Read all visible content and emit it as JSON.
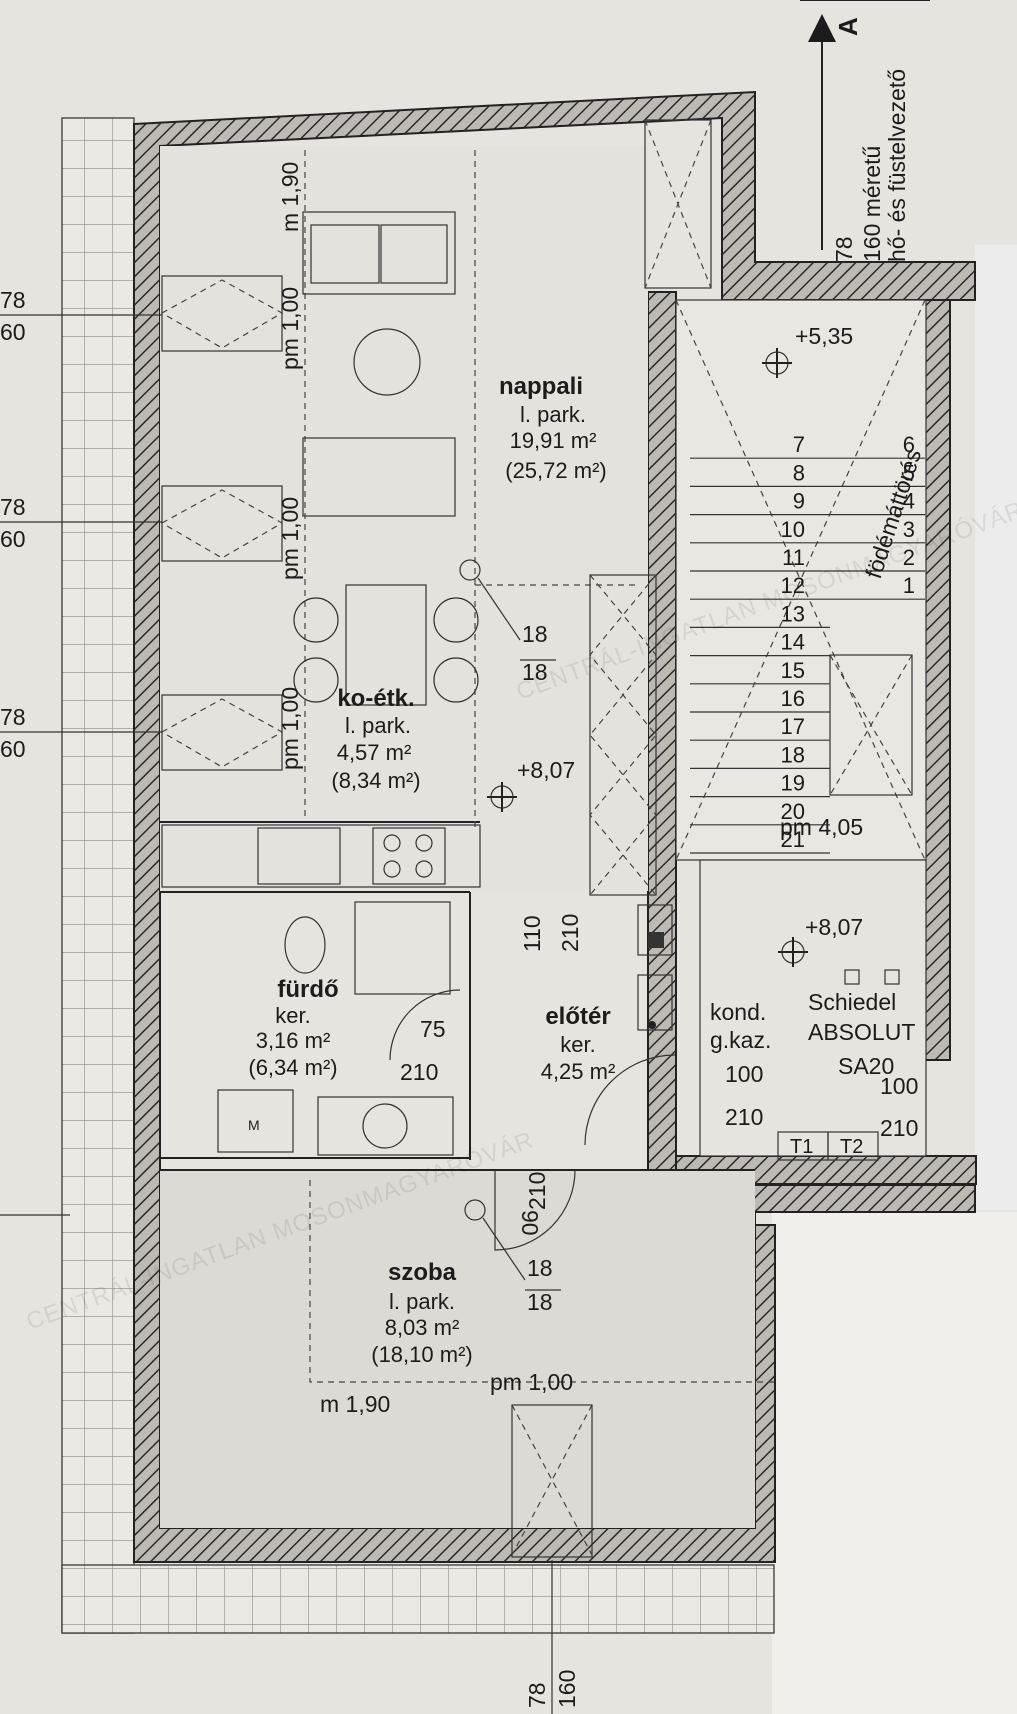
{
  "rooms": {
    "nappali": {
      "name": "nappali",
      "floor": "l. park.",
      "area": "19,91 m²",
      "area_total": "(25,72 m²)"
    },
    "ko_etk": {
      "name": "ko-étk.",
      "floor": "l. park.",
      "area": "4,57 m²",
      "area_total": "(8,34 m²)"
    },
    "furdo": {
      "name": "fürdő",
      "floor": "ker.",
      "area": "3,16 m²",
      "area_total": "(6,34 m²)"
    },
    "eloter": {
      "name": "előtér",
      "floor": "ker.",
      "area": "4,25 m²"
    },
    "szoba": {
      "name": "szoba",
      "floor": "l. park.",
      "area": "8,03 m²",
      "area_total": "(18,10 m²)"
    }
  },
  "levels": {
    "upper": "+5,35",
    "kitchen": "+8,07",
    "stair": "+8,07"
  },
  "heights": {
    "m190_top": "m 1,90",
    "pm100_a": "pm 1,00",
    "pm100_b": "pm 1,00",
    "pm100_c": "pm 1,00",
    "pm405": "pm 4,05",
    "pm100_bottom": "pm 1,00",
    "m190_bottom": "m 1,90"
  },
  "windows": [
    {
      "top": "78",
      "bottom": "60"
    },
    {
      "top": "78",
      "bottom": "60"
    },
    {
      "top": "78",
      "bottom": "60"
    }
  ],
  "vents": [
    {
      "top": "18",
      "bottom": "18"
    },
    {
      "top": "18",
      "bottom": "18"
    }
  ],
  "doors": {
    "eloter_passage": {
      "w": "110",
      "h": "210"
    },
    "bath": {
      "w": "75",
      "h": "210"
    },
    "kond": {
      "w": "100",
      "h": "210"
    },
    "stair_door": {
      "w": "100",
      "h": "210"
    },
    "room": {
      "w": "90",
      "h": "210"
    }
  },
  "top_window": {
    "w": "78",
    "line1": "160 méretű",
    "line2": "hő- és füstelvezető"
  },
  "bottom_window": {
    "w": "78",
    "h": "160"
  },
  "section_marker": "A",
  "stair": {
    "label": "födémáttörés",
    "steps": [
      "1",
      "2",
      "3",
      "4",
      "5",
      "6",
      "7",
      "8",
      "9",
      "10",
      "11",
      "12",
      "13",
      "14",
      "15",
      "16",
      "17",
      "18",
      "19",
      "20",
      "21"
    ]
  },
  "boiler": {
    "kond": "kond.",
    "gkaz": "g.kaz.",
    "brand": "Schiedel",
    "model": "ABSOLUT",
    "code": "SA20"
  },
  "tanks": [
    "T1",
    "T2"
  ],
  "appliance": "M",
  "watermarks": [
    "CENTRÁL-INGATLAN MOSONMAGYARÓVÁR"
  ]
}
